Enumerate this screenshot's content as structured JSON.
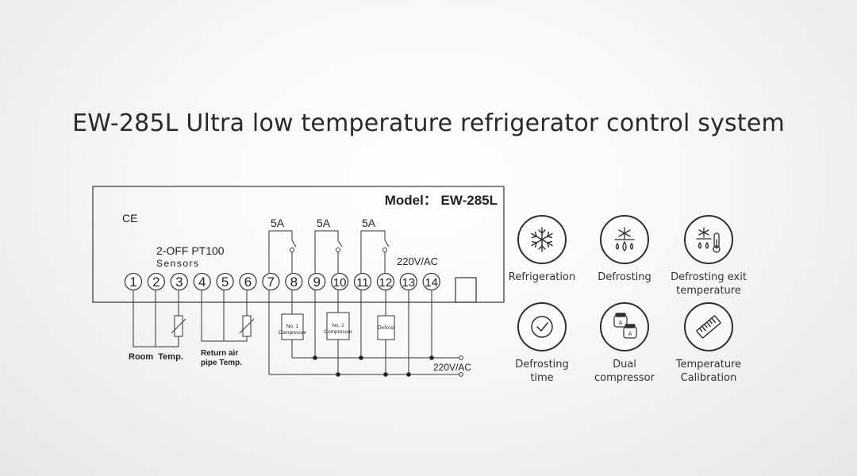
{
  "title": "EW-285L Ultra low temperature refrigerator control system",
  "diagram": {
    "model": "Model： EW-285L",
    "ce_mark": "CE",
    "sensor_line1": "2-OFF PT100",
    "sensor_line2": "Sensors",
    "relay_ratings": [
      "5A",
      "5A",
      "5A"
    ],
    "voltage_top": "220V/AC",
    "voltage_bottom": "220V/AC",
    "terminals": [
      "1",
      "2",
      "3",
      "4",
      "5",
      "6",
      "7",
      "8",
      "9",
      "10",
      "11",
      "12",
      "13",
      "14"
    ],
    "loads": {
      "compressor1_line1": "No. 1",
      "compressor1_line2": "Compressor",
      "compressor2_line1": "No. 2",
      "compressor2_line2": "Compressor",
      "defrost": "Defrost"
    },
    "sensor_labels": {
      "room": "Room  Temp.",
      "return_line1": "Return air",
      "return_line2": "pipe Temp."
    }
  },
  "features": [
    {
      "label": "Refrigeration",
      "icon": "snowflake-icon"
    },
    {
      "label": "Defrosting",
      "icon": "defrost-drops-icon"
    },
    {
      "label": "Defrosting exit temperature",
      "icon": "defrost-thermometer-icon"
    },
    {
      "label": "Defrosting time",
      "icon": "clock-icon"
    },
    {
      "label": "Dual compressor",
      "icon": "dual-compressor-icon"
    },
    {
      "label": "Temperature Calibration",
      "icon": "ruler-icon"
    }
  ]
}
